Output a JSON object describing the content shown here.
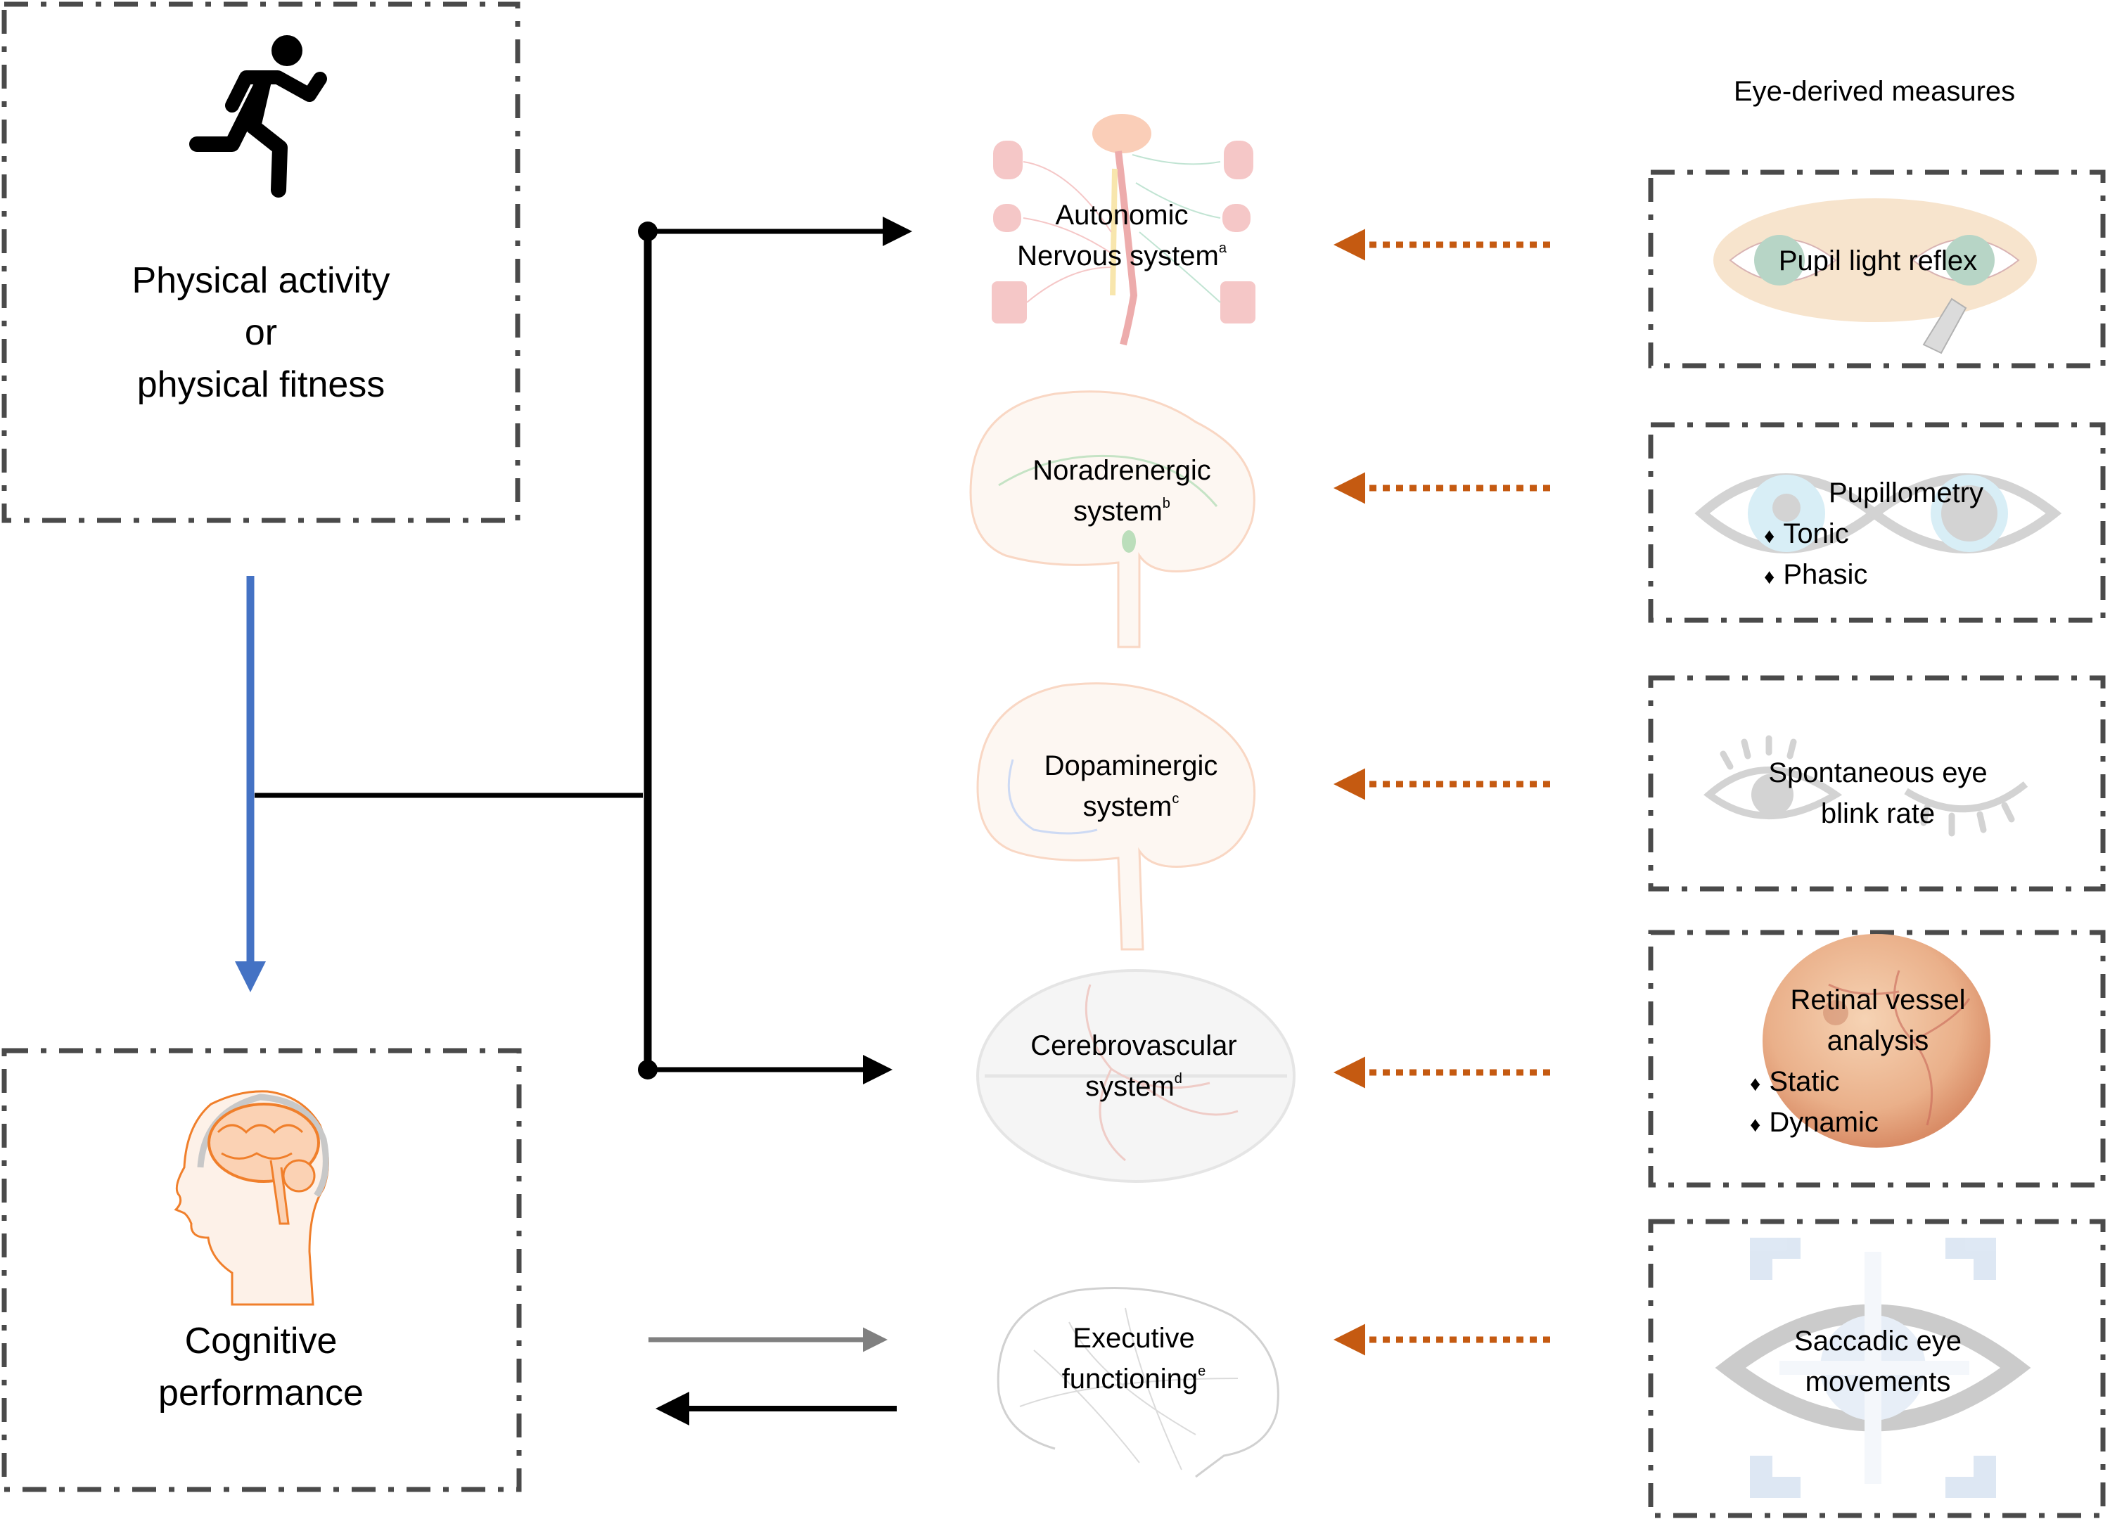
{
  "left_column": {
    "exposure": {
      "icon": "running-person-icon",
      "lines": [
        "Physical activity",
        "or",
        "physical fitness"
      ]
    },
    "outcome": {
      "icon": "brain-head-icon",
      "lines": [
        "Cognitive",
        "performance"
      ]
    }
  },
  "mechanisms": [
    {
      "id": "ans",
      "line1": "Autonomic",
      "line2": "Nervous system",
      "note": "a",
      "illustration": "autonomic-nervous-system-illustration"
    },
    {
      "id": "na",
      "line1": "Noradrenergic",
      "line2": "system",
      "note": "b",
      "illustration": "noradrenergic-brain-illustration"
    },
    {
      "id": "da",
      "line1": "Dopaminergic",
      "line2": "system",
      "note": "c",
      "illustration": "dopaminergic-brain-illustration"
    },
    {
      "id": "cv",
      "line1": "Cerebrovascular",
      "line2": "system",
      "note": "d",
      "illustration": "cerebrovascular-brain-illustration"
    },
    {
      "id": "ef",
      "line1": "Executive",
      "line2": "functioning",
      "note": "e",
      "illustration": "executive-functioning-brain-illustration"
    }
  ],
  "eye_measures": {
    "header": "Eye-derived measures",
    "items": [
      {
        "id": "plr",
        "title": "Pupil light reflex",
        "bullets": [],
        "icon": "eyes-penlight-icon"
      },
      {
        "id": "pup",
        "title": "Pupillometry",
        "bullets": [
          "Tonic",
          "Phasic"
        ],
        "icon": "pupils-icon"
      },
      {
        "id": "ebr",
        "title_lines": [
          "Spontaneous eye",
          "blink rate"
        ],
        "bullets": [],
        "icon": "blinking-eye-icon"
      },
      {
        "id": "rva",
        "title_lines": [
          "Retinal vessel",
          "analysis"
        ],
        "bullets": [
          "Static",
          "Dynamic"
        ],
        "icon": "retina-fundus-icon"
      },
      {
        "id": "sac",
        "title_lines": [
          "Saccadic eye",
          "movements"
        ],
        "bullets": [],
        "icon": "eye-tracking-icon"
      }
    ],
    "bullet_glyph": "♦"
  },
  "colors": {
    "box_border": "#4a4a4a",
    "main_arrow": "#4472c4",
    "connector": "#000000",
    "gray_arrow": "#808080",
    "eye_link_arrow": "#c55a11"
  }
}
